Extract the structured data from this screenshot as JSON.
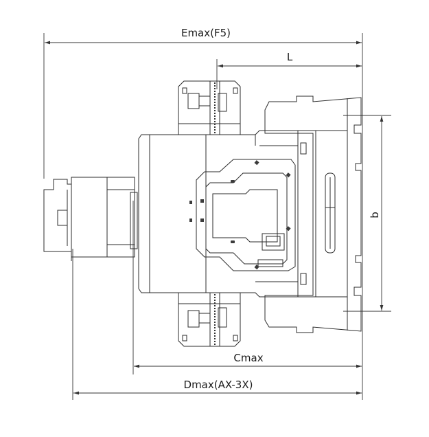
{
  "dimensions": {
    "emax": "Emax(F5)",
    "l": "L",
    "b": "b",
    "cmax": "Cmax",
    "dmax": "Dmax(AX-3X)"
  },
  "colors": {
    "body_top": "#c9d6e2",
    "body_bottom": "#e4f0fb",
    "outline": "#2b2b2b",
    "terminal": "#f2e6b0"
  }
}
